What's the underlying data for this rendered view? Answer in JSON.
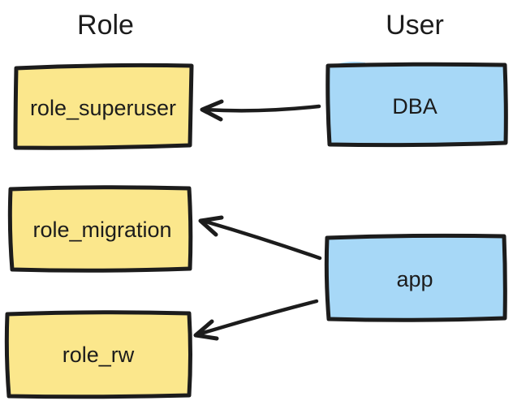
{
  "diagram": {
    "column_headers": [
      {
        "id": "role",
        "label": "Role"
      },
      {
        "id": "user",
        "label": "User"
      }
    ],
    "role_nodes": [
      {
        "label": "role_superuser"
      },
      {
        "label": "role_migration"
      },
      {
        "label": "role_rw"
      }
    ],
    "user_nodes": [
      {
        "label": "DBA"
      },
      {
        "label": "app"
      }
    ],
    "edges": [
      {
        "from": "DBA",
        "to": "role_superuser"
      },
      {
        "from": "app",
        "to": "role_migration"
      },
      {
        "from": "app",
        "to": "role_rw"
      }
    ]
  },
  "colors": {
    "role_fill": "#fbe78c",
    "user_fill": "#a7d8f7",
    "stroke": "#1c1c1c",
    "background": "#ffffff"
  }
}
